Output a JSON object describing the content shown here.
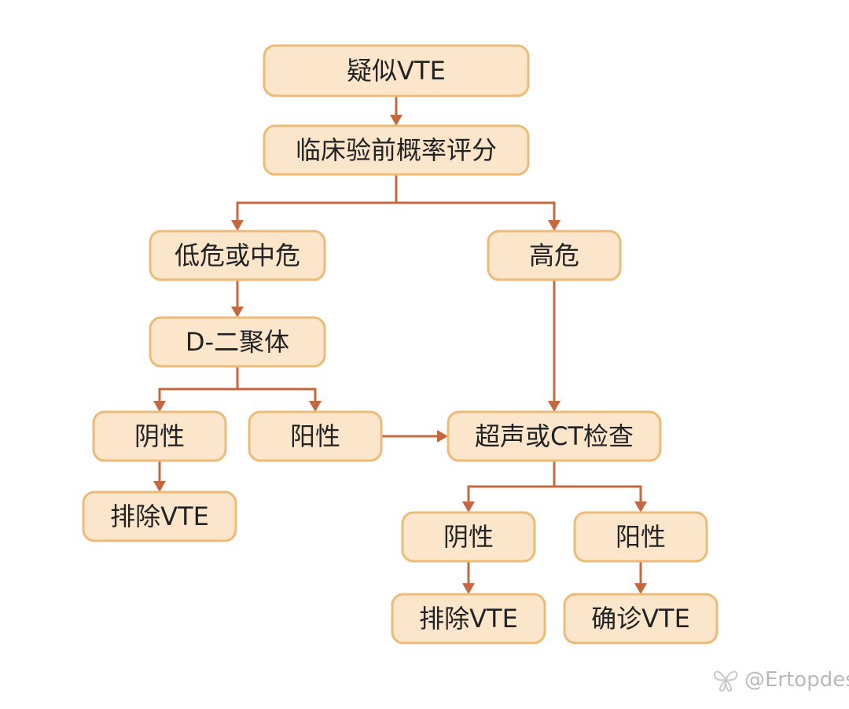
{
  "colors": {
    "node_fill": "#fbe6cc",
    "node_border": "#ecbb78",
    "connector": "#c4683f",
    "text": "#222222",
    "watermark": "#b9b9b9"
  },
  "nodes": {
    "suspected_vte": "疑似VTE",
    "pretest_probability": "临床验前概率评分",
    "low_or_moderate_risk": "低危或中危",
    "high_risk": "高危",
    "d_dimer": "D-二聚体",
    "d_dimer_negative": "阴性",
    "d_dimer_positive": "阳性",
    "exclude_vte_left": "排除VTE",
    "imaging": "超声或CT检查",
    "imaging_negative": "阴性",
    "imaging_positive": "阳性",
    "exclude_vte_right": "排除VTE",
    "confirm_vte": "确诊VTE"
  },
  "edges": [
    {
      "from": "suspected_vte",
      "to": "pretest_probability"
    },
    {
      "from": "pretest_probability",
      "to": "low_or_moderate_risk"
    },
    {
      "from": "pretest_probability",
      "to": "high_risk"
    },
    {
      "from": "low_or_moderate_risk",
      "to": "d_dimer"
    },
    {
      "from": "d_dimer",
      "to": "d_dimer_negative"
    },
    {
      "from": "d_dimer",
      "to": "d_dimer_positive"
    },
    {
      "from": "d_dimer_negative",
      "to": "exclude_vte_left"
    },
    {
      "from": "d_dimer_positive",
      "to": "imaging"
    },
    {
      "from": "high_risk",
      "to": "imaging"
    },
    {
      "from": "imaging",
      "to": "imaging_negative"
    },
    {
      "from": "imaging",
      "to": "imaging_positive"
    },
    {
      "from": "imaging_negative",
      "to": "exclude_vte_right"
    },
    {
      "from": "imaging_positive",
      "to": "confirm_vte"
    }
  ],
  "watermark": {
    "text": "@Ertopdes",
    "icon": "butterfly-icon"
  }
}
